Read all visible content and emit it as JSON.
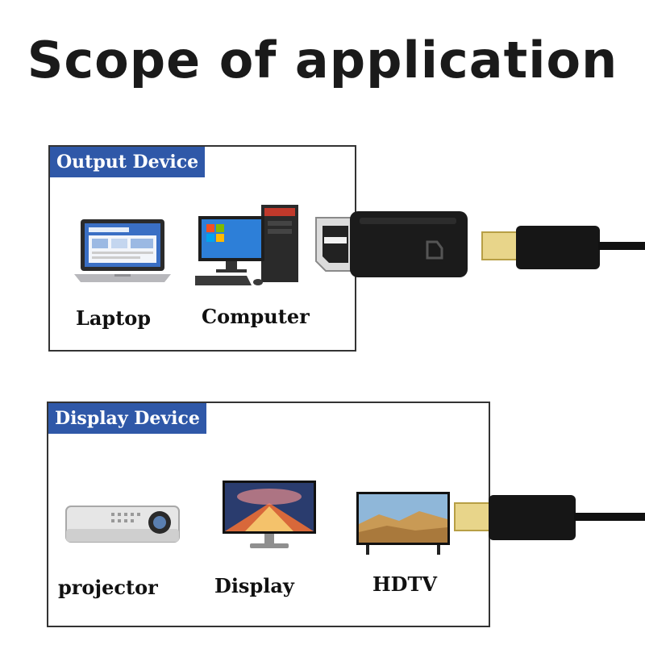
{
  "title": "Scope of application",
  "output_panel": {
    "header": "Output Device",
    "devices": [
      {
        "label": "Laptop",
        "icon": "laptop-icon"
      },
      {
        "label": "Computer",
        "icon": "desktop-computer-icon"
      }
    ]
  },
  "display_panel": {
    "header": "Display Device",
    "devices": [
      {
        "label": "projector",
        "icon": "projector-icon"
      },
      {
        "label": "Display",
        "icon": "monitor-icon"
      },
      {
        "label": "HDTV",
        "icon": "tv-icon"
      }
    ]
  },
  "colors": {
    "header_blue": "#2f58a8",
    "plug_gold": "#e8d58a",
    "cable_black": "#111111"
  }
}
